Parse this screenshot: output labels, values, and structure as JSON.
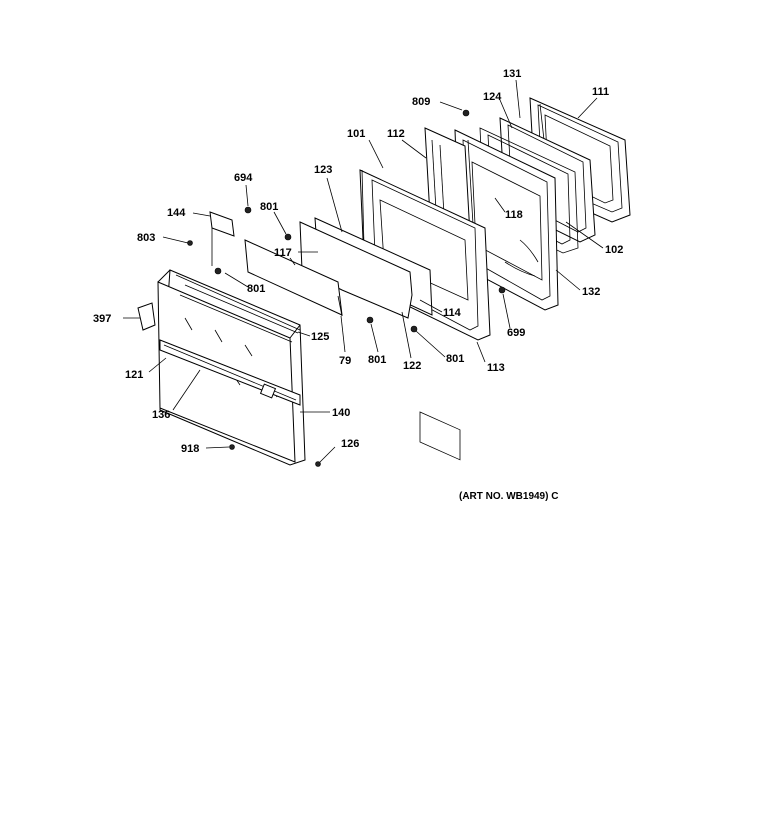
{
  "art_number": "(ART NO. WB1949) C",
  "labels": [
    {
      "id": "111",
      "text": "111"
    },
    {
      "id": "131",
      "text": "131"
    },
    {
      "id": "124",
      "text": "124"
    },
    {
      "id": "809",
      "text": "809"
    },
    {
      "id": "101",
      "text": "101"
    },
    {
      "id": "112",
      "text": "112"
    },
    {
      "id": "123",
      "text": "123"
    },
    {
      "id": "694",
      "text": "694"
    },
    {
      "id": "144",
      "text": "144"
    },
    {
      "id": "801a",
      "text": "801"
    },
    {
      "id": "803",
      "text": "803"
    },
    {
      "id": "117",
      "text": "117"
    },
    {
      "id": "118",
      "text": "118"
    },
    {
      "id": "102",
      "text": "102"
    },
    {
      "id": "132",
      "text": "132"
    },
    {
      "id": "801b",
      "text": "801"
    },
    {
      "id": "397",
      "text": "397"
    },
    {
      "id": "125",
      "text": "125"
    },
    {
      "id": "114",
      "text": "114"
    },
    {
      "id": "699",
      "text": "699"
    },
    {
      "id": "79",
      "text": "79"
    },
    {
      "id": "801c",
      "text": "801"
    },
    {
      "id": "122",
      "text": "122"
    },
    {
      "id": "801d",
      "text": "801"
    },
    {
      "id": "113",
      "text": "113"
    },
    {
      "id": "121",
      "text": "121"
    },
    {
      "id": "136",
      "text": "136"
    },
    {
      "id": "140",
      "text": "140"
    },
    {
      "id": "918",
      "text": "918"
    },
    {
      "id": "126",
      "text": "126"
    }
  ]
}
